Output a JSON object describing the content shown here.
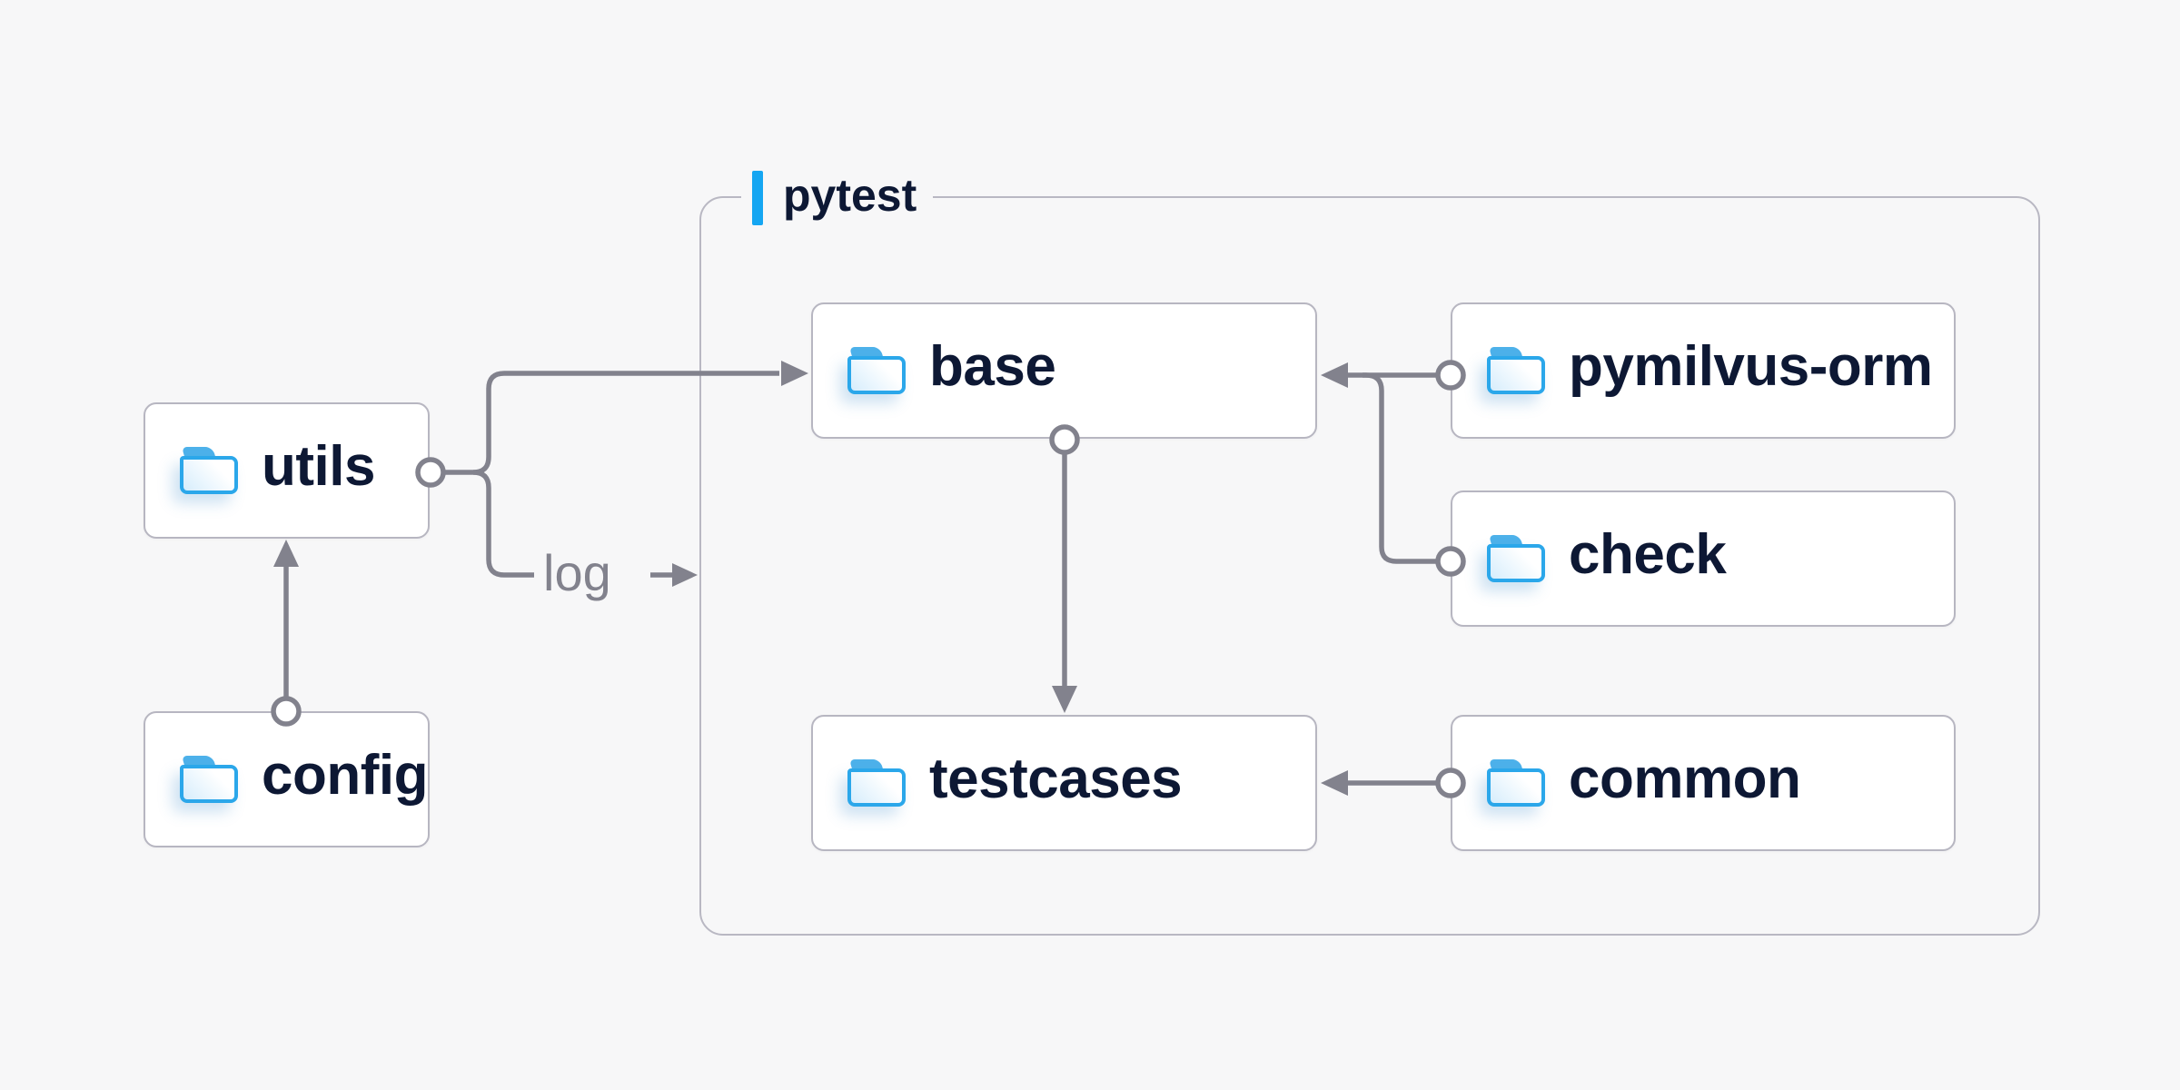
{
  "diagram": {
    "type": "folder-dependency-diagram",
    "group": {
      "label": "pytest"
    },
    "nodes": [
      {
        "id": "utils",
        "label": "utils",
        "icon": "folder-icon",
        "inside_group": false
      },
      {
        "id": "config",
        "label": "config",
        "icon": "folder-icon",
        "inside_group": false
      },
      {
        "id": "base",
        "label": "base",
        "icon": "folder-icon",
        "inside_group": true
      },
      {
        "id": "pymilvus-orm",
        "label": "pymilvus-orm",
        "icon": "folder-icon",
        "inside_group": true
      },
      {
        "id": "check",
        "label": "check",
        "icon": "folder-icon",
        "inside_group": true
      },
      {
        "id": "testcases",
        "label": "testcases",
        "icon": "folder-icon",
        "inside_group": true
      },
      {
        "id": "common",
        "label": "common",
        "icon": "folder-icon",
        "inside_group": true
      }
    ],
    "edges": [
      {
        "from": "config",
        "to": "utils",
        "label": ""
      },
      {
        "from": "utils",
        "to": "base",
        "label": ""
      },
      {
        "from": "utils",
        "to": "pytest",
        "label": "log"
      },
      {
        "from": "pymilvus-orm",
        "to": "base",
        "label": ""
      },
      {
        "from": "check",
        "to": "base",
        "label": ""
      },
      {
        "from": "base",
        "to": "testcases",
        "label": ""
      },
      {
        "from": "common",
        "to": "testcases",
        "label": ""
      }
    ],
    "colors": {
      "background": "#f7f7f8",
      "box_fill": "#ffffff",
      "box_border": "#b7b6c1",
      "group_border": "#b9b8c3",
      "line_gray": "#82828d",
      "text_navy": "#0d1834",
      "accent_blue": "#15a6f2",
      "folder_border_blue": "#2ba7ea",
      "folder_tab_blue": "#4db1ea",
      "folder_fill_light": "#d6edfc"
    }
  }
}
